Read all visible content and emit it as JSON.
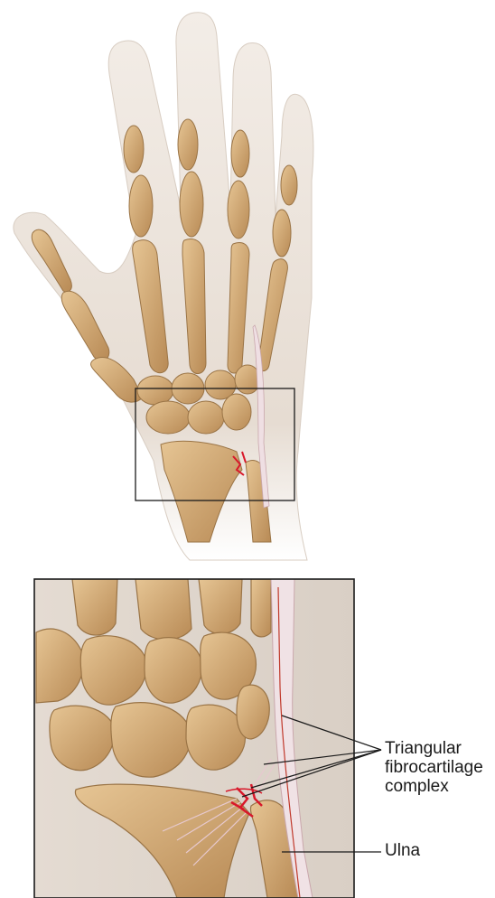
{
  "labels": {
    "tfcc_line1": "Triangular",
    "tfcc_line2": "fibrocartilage",
    "tfcc_line3": "complex",
    "ulna": "Ulna"
  },
  "colors": {
    "skin": "#e9e0d6",
    "skin_shadow": "#cfc4b8",
    "bone": "#d6b07c",
    "bone_dark": "#9a7446",
    "ligament": "#efdfe3",
    "tear": "#d8182a",
    "frame": "#1a1a1a",
    "leader": "#1a1a1a"
  }
}
